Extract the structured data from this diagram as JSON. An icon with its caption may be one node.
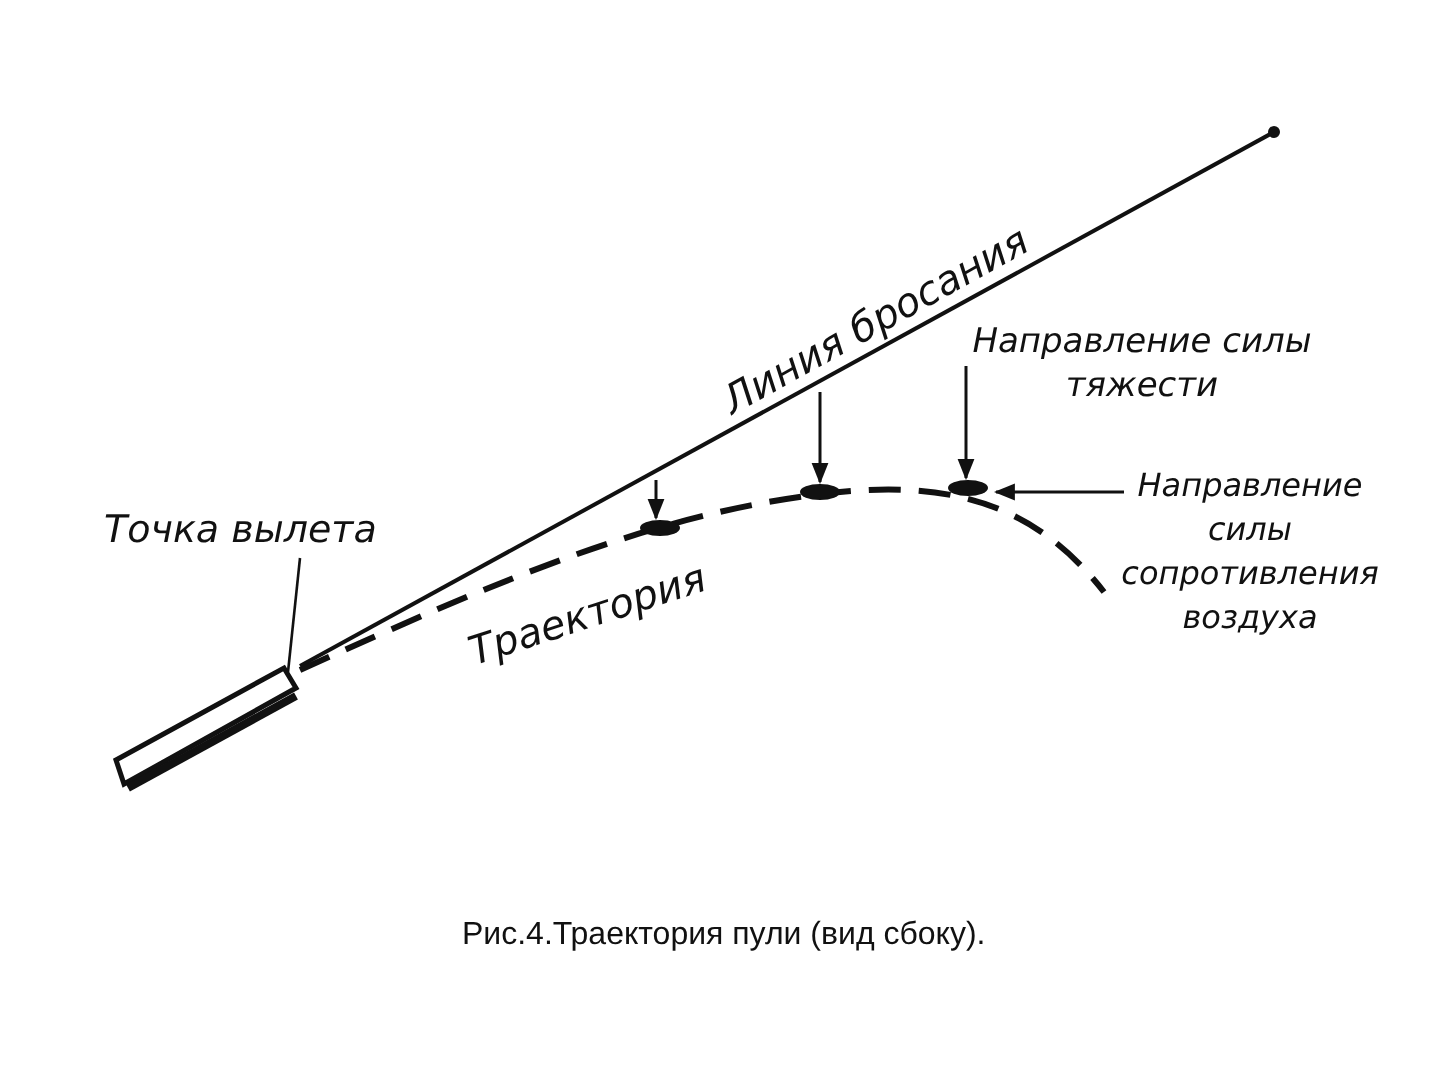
{
  "diagram": {
    "caption": "Рис.4.Траектория пули (вид сбоку).",
    "nodes": [
      {
        "text": [
          "Точка вылета"
        ]
      },
      {
        "text": [],
        "shape": "bar"
      }
    ],
    "edges": [
      {
        "from": 0,
        "to": 1,
        "arrow": "none"
      }
    ],
    "labels": [
      "Линия бросания",
      "Направление силы тяжести",
      "Траектория",
      "Направление силы сопротивления воздуха"
    ]
  }
}
